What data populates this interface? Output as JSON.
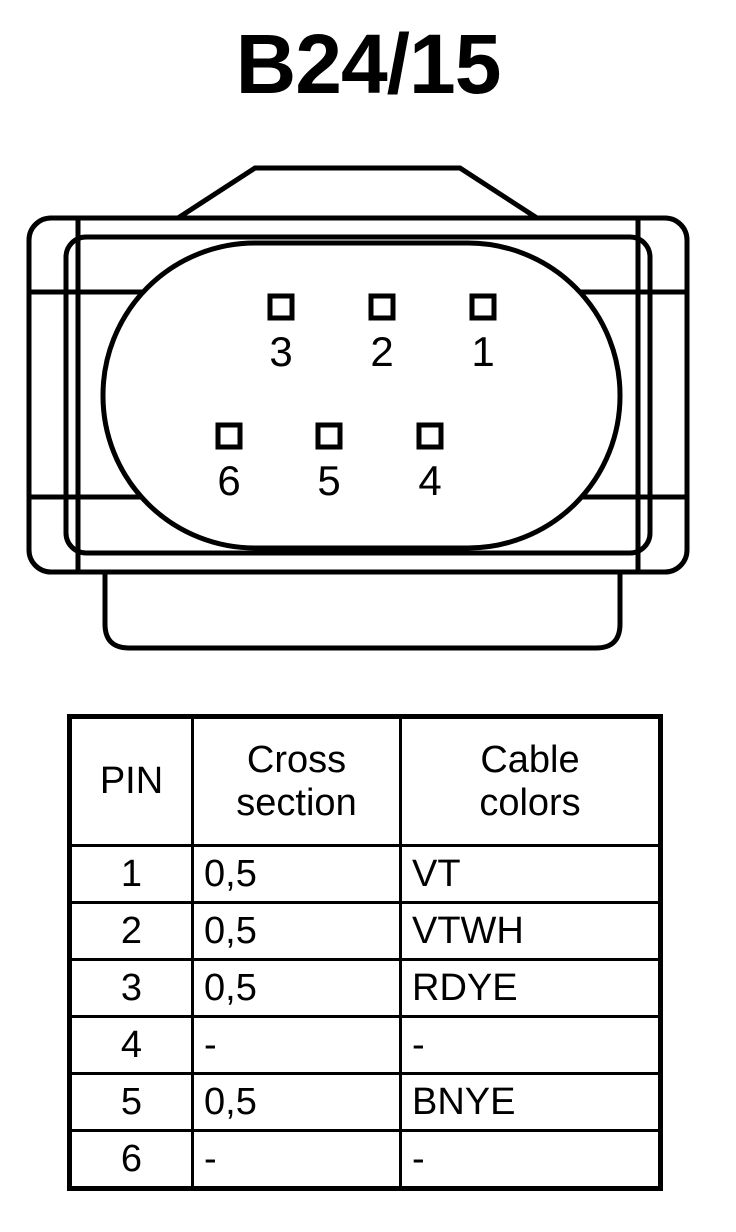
{
  "title": "B24/15",
  "connector": {
    "shape_name": "6-way-oval-connector",
    "pin_count": 6,
    "pins": [
      {
        "number": "3",
        "row": "top",
        "col": 1
      },
      {
        "number": "2",
        "row": "top",
        "col": 2
      },
      {
        "number": "1",
        "row": "top",
        "col": 3
      },
      {
        "number": "6",
        "row": "bottom",
        "col": 1
      },
      {
        "number": "5",
        "row": "bottom",
        "col": 2
      },
      {
        "number": "4",
        "row": "bottom",
        "col": 3
      }
    ],
    "line_color": "#000000",
    "fill_color": "#ffffff"
  },
  "table": {
    "headers": [
      {
        "lines": [
          "PIN"
        ]
      },
      {
        "lines": [
          "Cross",
          "section"
        ]
      },
      {
        "lines": [
          "Cable",
          "colors"
        ]
      }
    ],
    "rows": [
      {
        "pin": "1",
        "cross_section": "0,5",
        "cable_colors": "VT"
      },
      {
        "pin": "2",
        "cross_section": "0,5",
        "cable_colors": "VTWH"
      },
      {
        "pin": "3",
        "cross_section": "0,5",
        "cable_colors": "RDYE"
      },
      {
        "pin": "4",
        "cross_section": "-",
        "cable_colors": "-"
      },
      {
        "pin": "5",
        "cross_section": "0,5",
        "cable_colors": "BNYE"
      },
      {
        "pin": "6",
        "cross_section": "-",
        "cable_colors": "-"
      }
    ]
  }
}
